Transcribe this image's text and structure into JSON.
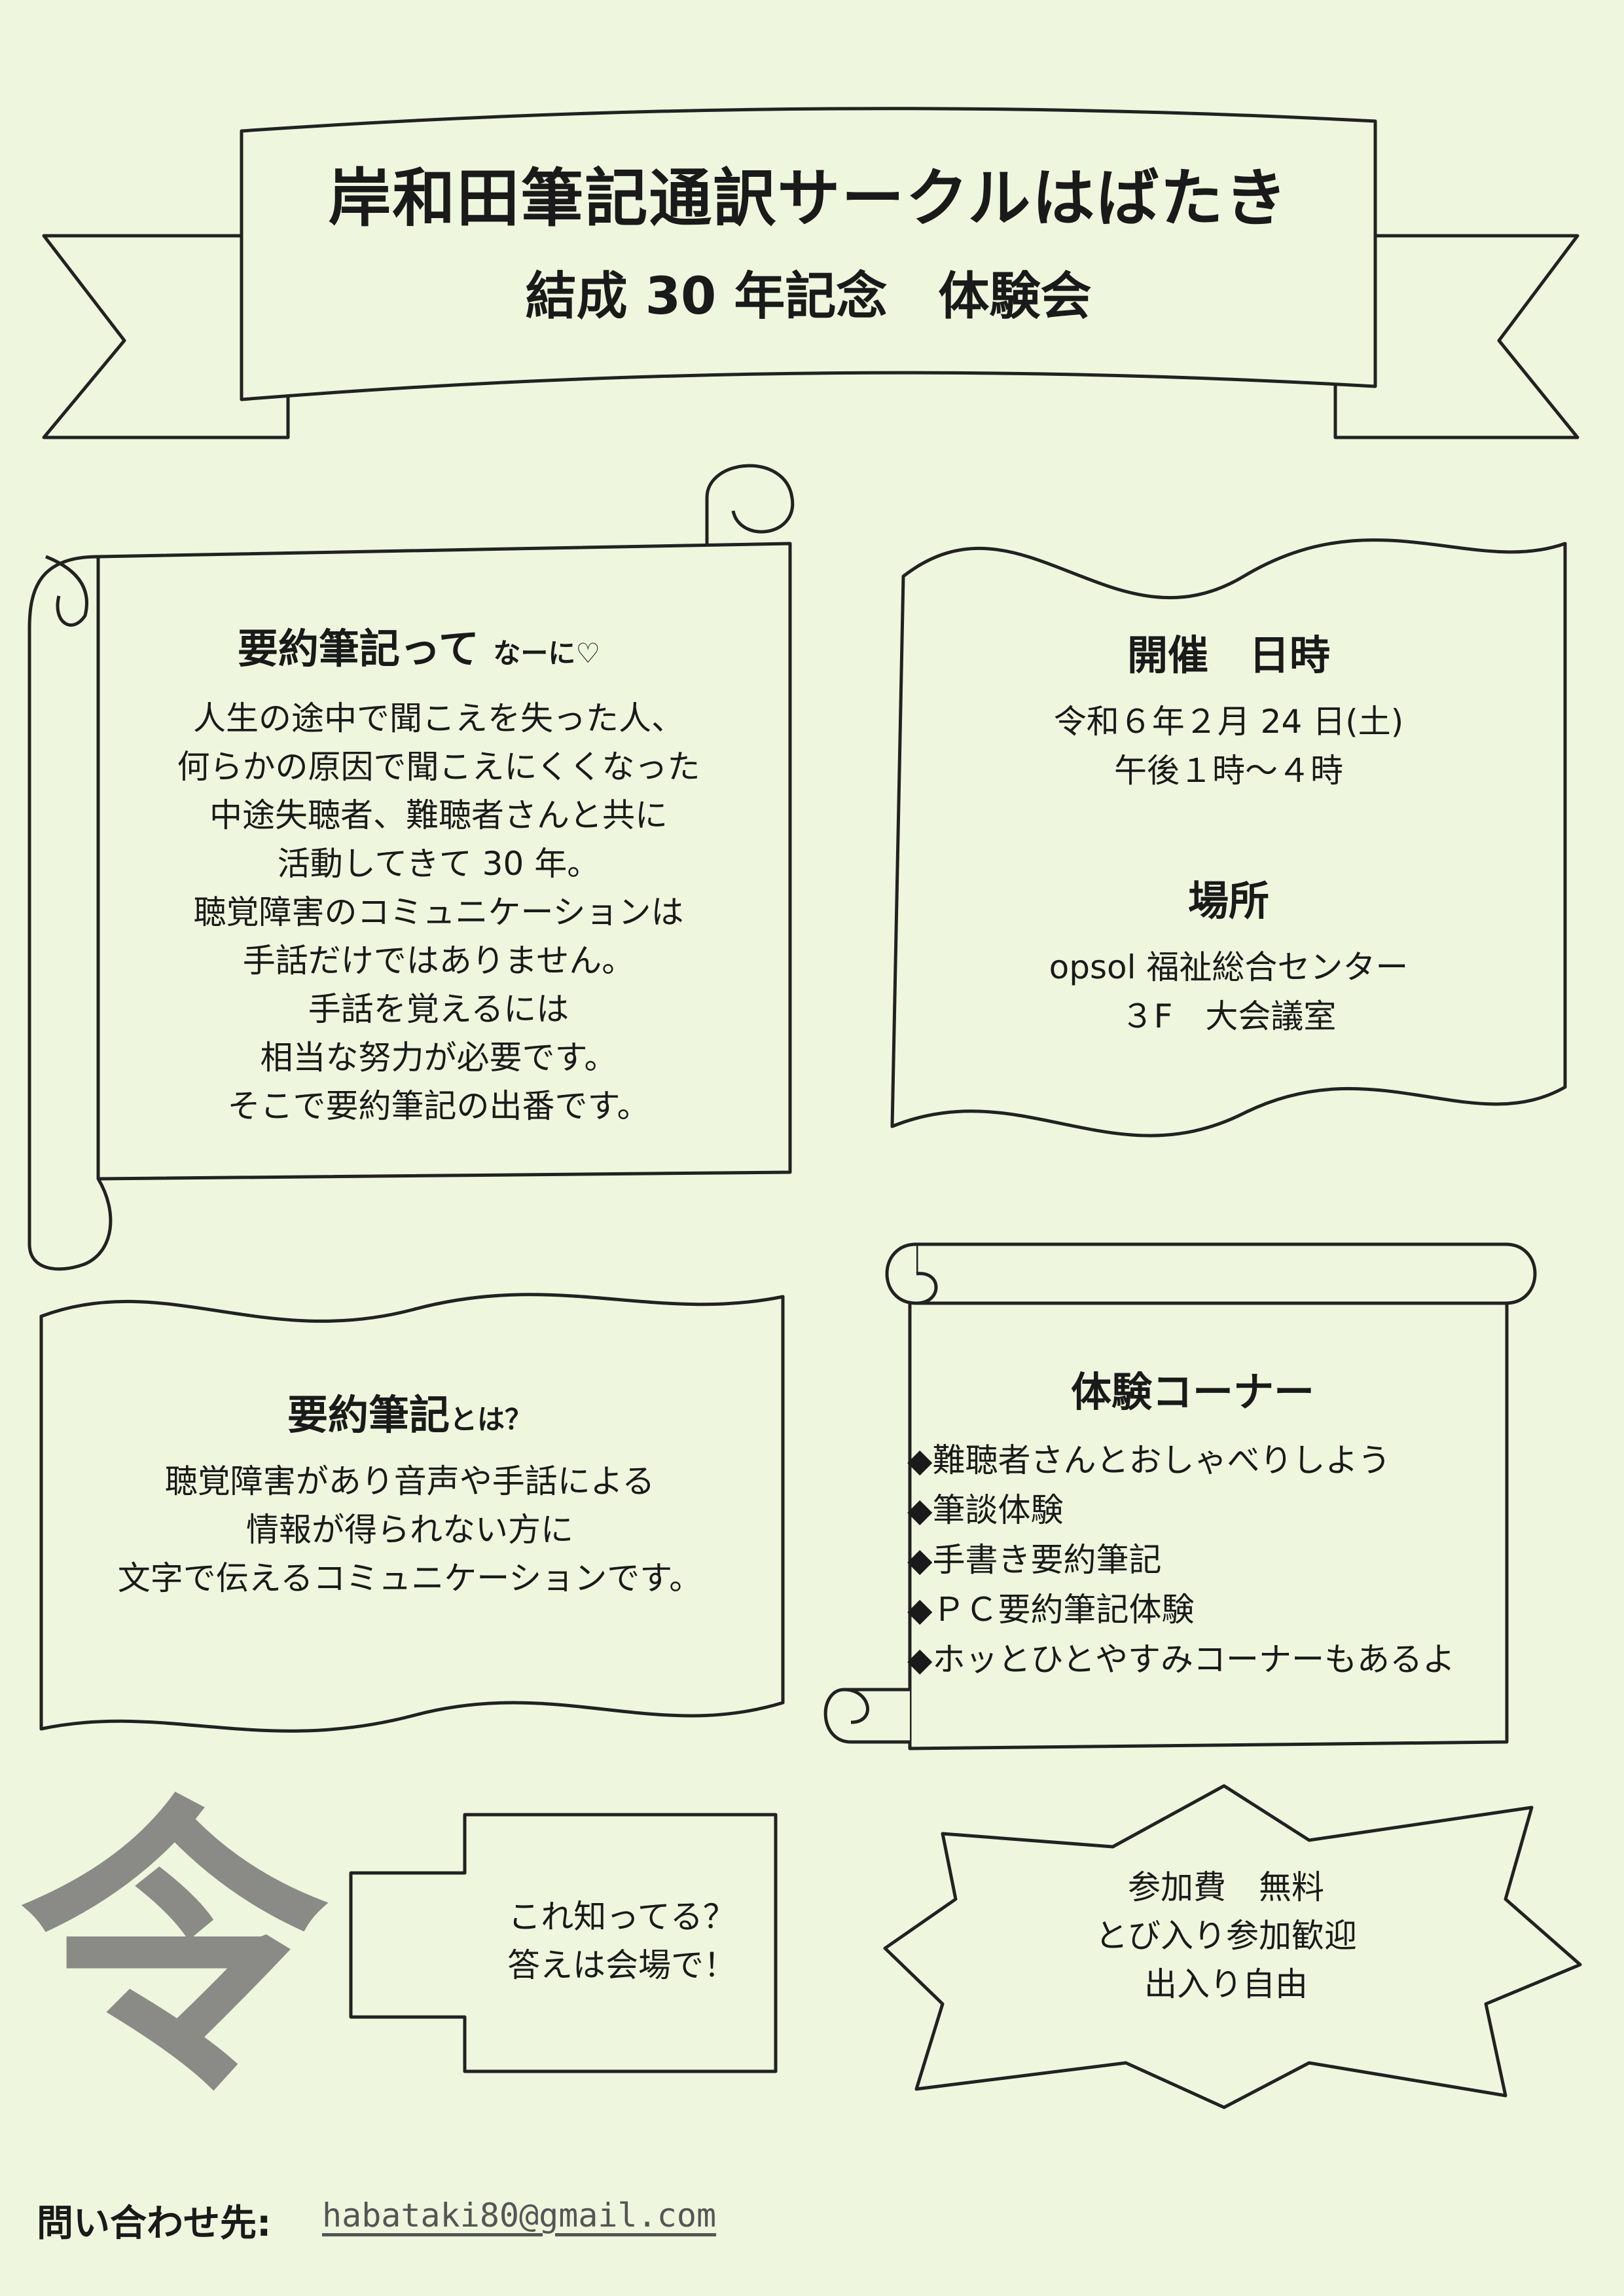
{
  "banner": {
    "title": "岸和田筆記通訳サークルはばたき",
    "subtitle": "結成 30 年記念　体験会"
  },
  "what_is_summary": {
    "heading": "要約筆記って",
    "heading_suffix": "なーに♡",
    "lines": [
      "人生の途中で聞こえを失った人、",
      "何らかの原因で聞こえにくくなった",
      "中途失聴者、難聴者さんと共に",
      "活動してきて 30 年。",
      "聴覚障害のコミュニケーションは",
      "手話だけではありません。",
      "手話を覚えるには",
      "相当な努力が必要です。",
      "そこで要約筆記の出番です。"
    ]
  },
  "event_info": {
    "datetime_heading": "開催　日時",
    "date": "令和６年２月 24 日(土)",
    "time": "午後１時～４時",
    "place_heading": "場所",
    "venue": "opsol 福祉総合センター",
    "room": "３F　大会議室"
  },
  "definition": {
    "heading": "要約筆記",
    "heading_suffix": "とは？",
    "lines": [
      "聴覚障害があり音声や手話による",
      "情報が得られない方に",
      "文字で伝えるコミュニケーションです。"
    ]
  },
  "experience_corner": {
    "heading": "体験コーナー",
    "bullet": "◆",
    "items": [
      "難聴者さんとおしゃべりしよう",
      "筆談体験",
      "手書き要約筆記",
      "ＰＣ要約筆記体験",
      "ホッとひとやすみコーナーもあるよ"
    ]
  },
  "quiz": {
    "symbol": "令",
    "line1": "これ知ってる？",
    "line2": "答えは会場で！"
  },
  "fee": {
    "line1": "参加費　無料",
    "line2": "とび入り参加歓迎",
    "line3": "出入り自由"
  },
  "contact": {
    "label": "問い合わせ先:",
    "email": "habataki80@gmail.com"
  },
  "colors": {
    "paper": "#eef7de",
    "ink": "#1a1a1a",
    "symbol_gray": "#8a8a86"
  }
}
